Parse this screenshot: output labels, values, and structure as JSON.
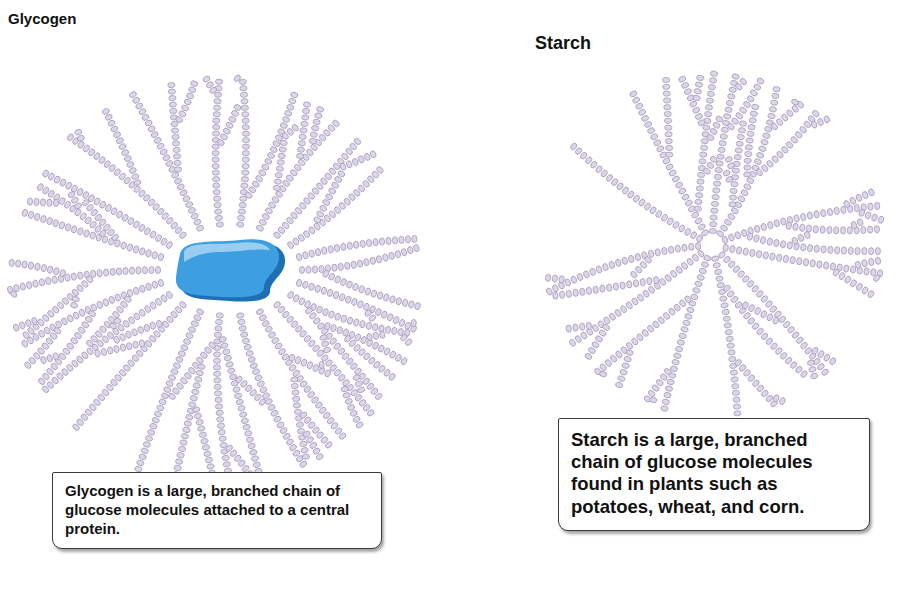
{
  "diagram": {
    "nodes": [
      {
        "text": [
          "Glycogen is a large, branched chain of glucose molecules attached to a central protein."
        ]
      },
      {
        "text": [
          "Starch is a large, branched chain of glucose molecules found in plants such as potatoes, wheat, and corn."
        ]
      }
    ],
    "labels": [
      "Glycogen",
      "Starch"
    ]
  }
}
